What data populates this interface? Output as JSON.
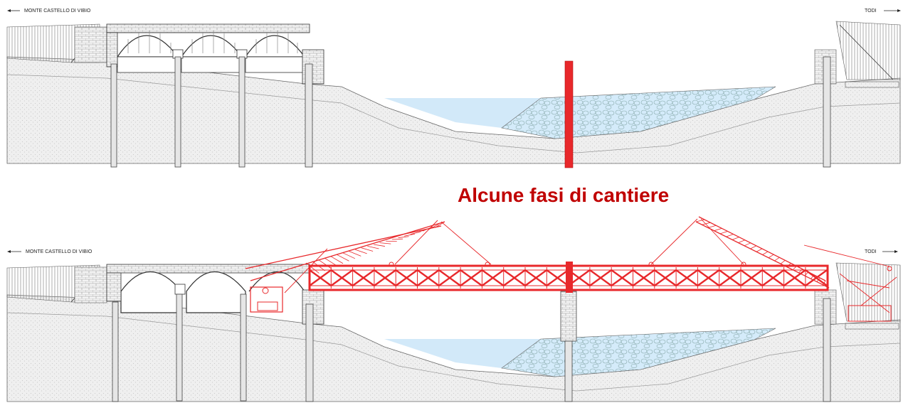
{
  "drawing": {
    "title": "Alcune fasi di cantiere",
    "panels": [
      {
        "id": "top",
        "left_label": "MONTE CASTELLO DI VIBIO",
        "right_label": "TODI"
      },
      {
        "id": "bottom",
        "left_label": "MONTE CASTELLO DI VIBIO",
        "right_label": "TODI"
      }
    ]
  },
  "colors": {
    "accent_red": "#e8282b",
    "title_red": "#c00000",
    "water_blue": "#d2e9f9",
    "ground_gray": "#ececec",
    "line_dark": "#333333"
  },
  "icons": {
    "left_arrow": "arrow-left-icon",
    "right_arrow": "arrow-right-icon"
  }
}
